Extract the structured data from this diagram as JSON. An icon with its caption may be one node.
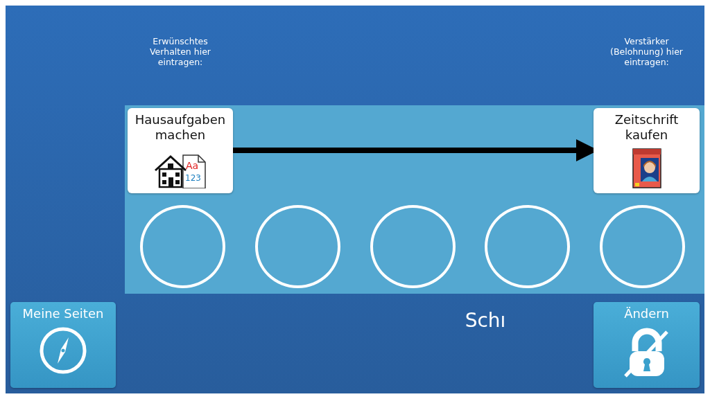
{
  "diagram": {
    "nodes": [
      {
        "text": [
          "Hausaufgaben machen"
        ]
      },
      {
        "text": [
          "Zeitschrift kaufen"
        ]
      },
      {
        "text": [],
        "shape": "circle"
      },
      {
        "text": [],
        "shape": "circle"
      },
      {
        "text": [],
        "shape": "circle"
      },
      {
        "text": [],
        "shape": "circle"
      },
      {
        "text": [],
        "shape": "circle"
      },
      {
        "text": [
          "Meine Seiten"
        ]
      },
      {
        "text": [
          "Ändern"
        ]
      }
    ],
    "edges": [
      {
        "from": 0,
        "to": 1,
        "arrow": "to"
      }
    ],
    "labels": [
      "Erwünschtes Verhalten hier eintragen:",
      "Verstärker (Belohnung) hier eintragen:",
      "Aa",
      "123",
      "Schı"
    ]
  }
}
